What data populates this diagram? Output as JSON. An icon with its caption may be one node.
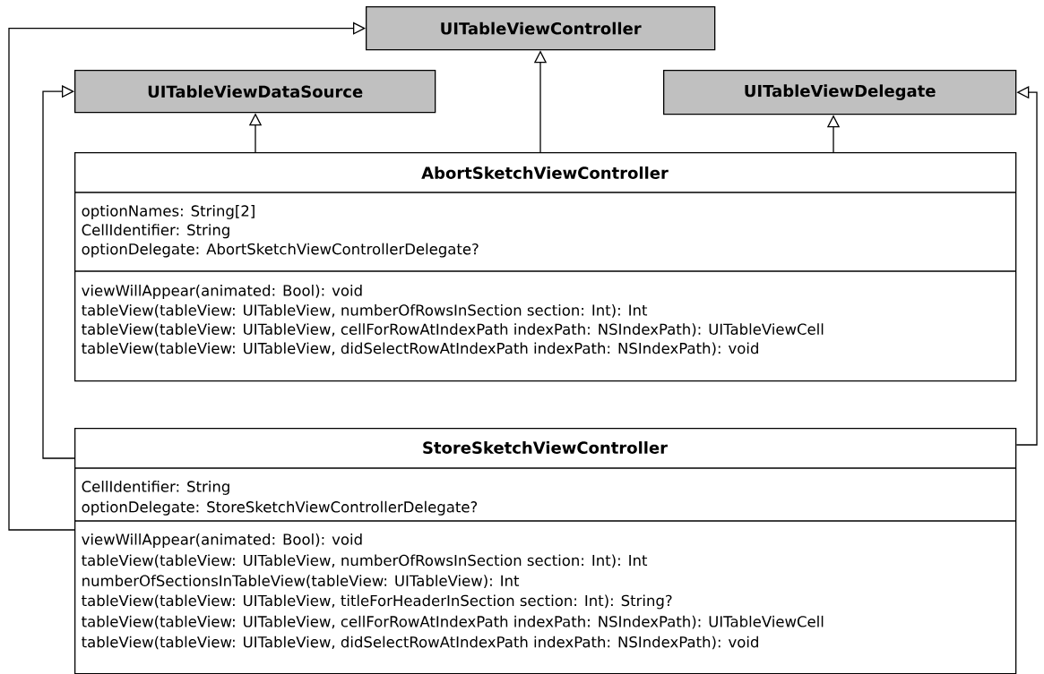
{
  "diagram": {
    "nodes": [
      {
        "text": [
          "UITableViewController"
        ]
      },
      {
        "text": [
          "UITableViewDataSource"
        ]
      },
      {
        "text": [
          "UITableViewDelegate"
        ]
      },
      {
        "text": [
          "AbortSketchViewController",
          "optionNames: String[2]",
          "CellIdentifier: String",
          "optionDelegate: AbortSketchViewControllerDelegate?",
          "viewWillAppear(animated: Bool): void",
          "tableView(tableView: UITableView, numberOfRowsInSection section: Int): Int",
          "tableView(tableView: UITableView, cellForRowAtIndexPath indexPath: NSIndexPath): UITableViewCell",
          "tableView(tableView: UITableView, didSelectRowAtIndexPath indexPath: NSIndexPath): void"
        ]
      },
      {
        "text": [
          "StoreSketchViewController",
          "CellIdentifier: String",
          "optionDelegate: StoreSketchViewControllerDelegate?",
          "viewWillAppear(animated: Bool): void",
          "tableView(tableView: UITableView, numberOfRowsInSection section: Int): Int",
          "numberOfSectionsInTableView(tableView: UITableView): Int",
          "tableView(tableView: UITableView, titleForHeaderInSection section: Int): String?",
          "tableView(tableView: UITableView, cellForRowAtIndexPath indexPath: NSIndexPath): UITableViewCell",
          "tableView(tableView: UITableView, didSelectRowAtIndexPath indexPath: NSIndexPath): void"
        ]
      }
    ],
    "edges": [
      {
        "from": 3,
        "to": 1,
        "arrow": "to"
      },
      {
        "from": 3,
        "to": 0,
        "arrow": "to"
      },
      {
        "from": 3,
        "to": 2,
        "arrow": "to"
      },
      {
        "from": 4,
        "to": 1,
        "arrow": "to"
      },
      {
        "from": 4,
        "to": 0,
        "arrow": "to"
      },
      {
        "from": 4,
        "to": 2,
        "arrow": "to"
      }
    ]
  }
}
